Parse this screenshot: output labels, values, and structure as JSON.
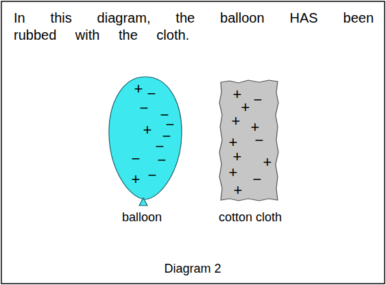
{
  "diagram": {
    "title": "In this diagram, the balloon HAS been rubbed with the cloth.",
    "caption": "Diagram 2",
    "nodes": [
      {
        "text": [
          "+",
          "−",
          "−",
          "−",
          "−",
          "+",
          "−",
          "−",
          "−",
          "−",
          "−",
          "+",
          "balloon"
        ]
      },
      {
        "text": [
          "+",
          "−",
          "+",
          "+",
          "+",
          "−",
          "+",
          "+",
          "+",
          "+",
          "−",
          "+",
          "cotton cloth"
        ]
      }
    ]
  }
}
